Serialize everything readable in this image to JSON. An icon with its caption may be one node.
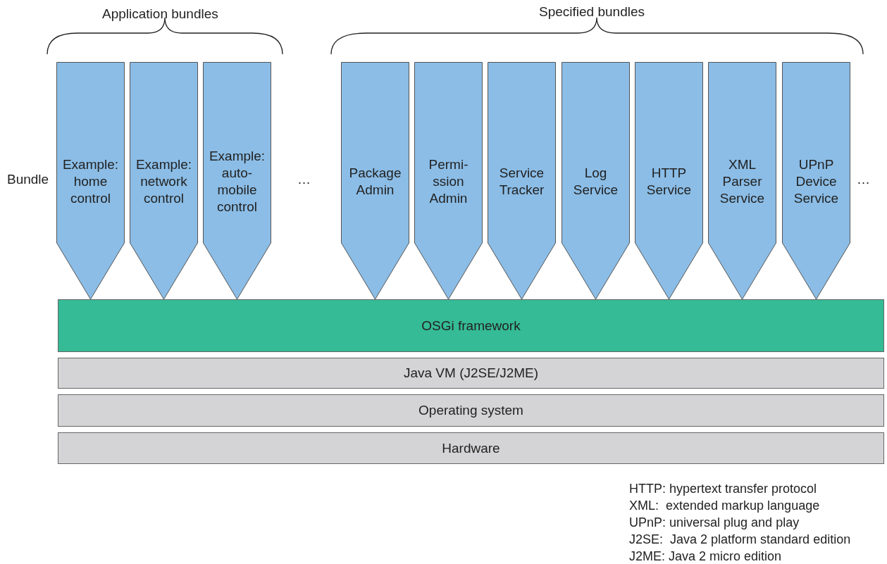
{
  "diagram": {
    "nodes": [
      {
        "text": [
          "Example: home control"
        ]
      },
      {
        "text": [
          "Example: network control"
        ]
      },
      {
        "text": [
          "Example: auto- mobile control"
        ]
      },
      {
        "text": [
          "Package Admin"
        ]
      },
      {
        "text": [
          "Permi- ssion Admin"
        ]
      },
      {
        "text": [
          "Service Tracker"
        ]
      },
      {
        "text": [
          "Log Service"
        ]
      },
      {
        "text": [
          "HTTP Service"
        ]
      },
      {
        "text": [
          "XML Parser Service"
        ]
      },
      {
        "text": [
          "UPnP Device Service"
        ]
      },
      {
        "text": [
          "OSGi framework"
        ]
      },
      {
        "text": [
          "Java VM (J2SE/J2ME)"
        ]
      },
      {
        "text": [
          "Operating system"
        ]
      },
      {
        "text": [
          "Hardware"
        ]
      }
    ],
    "edges": [],
    "labels": [
      "Application bundles",
      "Specified bundles",
      "Bundle",
      "…",
      "…",
      "HTTP: hypertext transfer protocol",
      "XML:  extended markup language",
      "UPnP: universal plug and play",
      "J2SE:  Java 2 platform standard edition",
      "J2ME: Java 2 micro edition"
    ]
  }
}
